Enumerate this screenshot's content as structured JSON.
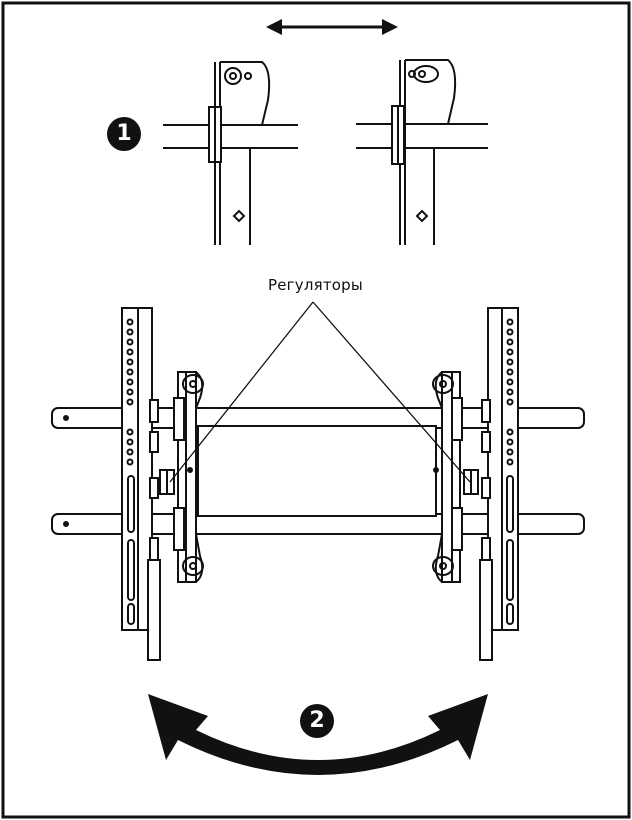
{
  "callout": {
    "text": "Регуляторы"
  },
  "steps": {
    "first": "1",
    "second": "2"
  },
  "colors": {
    "line": "#111111",
    "fill": "#ffffff"
  },
  "icons": {
    "slide": "double-headed-horizontal-arrow-icon",
    "tilt": "curved-double-headed-arrow-icon"
  }
}
